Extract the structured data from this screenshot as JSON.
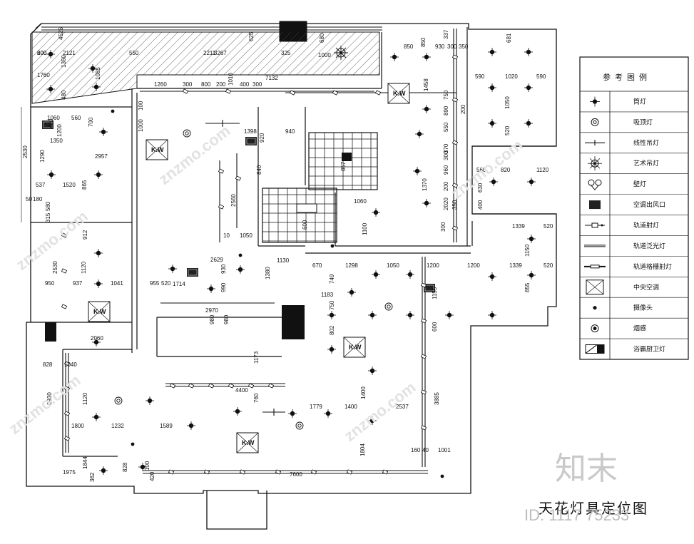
{
  "drawing": {
    "caption": "天花灯具定位图"
  },
  "watermark": {
    "brand": "知末",
    "id_text": "ID: 1117 75233",
    "diagonal": "znzmo.com"
  },
  "legend": {
    "title": "参考图例",
    "items": [
      {
        "symbol": "downlight",
        "label": "筒灯"
      },
      {
        "symbol": "ceiling-lamp",
        "label": "吸顶灯"
      },
      {
        "symbol": "linear-pendant",
        "label": "线性吊灯"
      },
      {
        "symbol": "art-chandelier",
        "label": "艺术吊灯"
      },
      {
        "symbol": "wall-lamp",
        "label": "壁灯"
      },
      {
        "symbol": "ac-vent",
        "label": "空调出风口"
      },
      {
        "symbol": "track-spot",
        "label": "轨道射灯"
      },
      {
        "symbol": "track-flood",
        "label": "轨道泛光灯"
      },
      {
        "symbol": "track-grille",
        "label": "轨道格栅射灯"
      },
      {
        "symbol": "central-ac",
        "label": "中央空调"
      },
      {
        "symbol": "camera",
        "label": "摄像头"
      },
      {
        "symbol": "smoke-detector",
        "label": "烟感"
      },
      {
        "symbol": "bath-heater",
        "label": "浴霸厨卫灯"
      }
    ]
  },
  "ac_label": "K.W",
  "dimensions": [
    "600",
    "2121",
    "550",
    "2211",
    "3267",
    "625",
    "325",
    "680",
    "1000",
    "4526",
    "1760",
    "1085",
    "480",
    "1360",
    "7132",
    "1260",
    "300",
    "800",
    "200",
    "1010",
    "400",
    "300",
    "850",
    "850",
    "930",
    "300",
    "350",
    "337",
    "1458",
    "1060",
    "560",
    "700",
    "1200",
    "1350",
    "2530",
    "2957",
    "1290",
    "1520",
    "865",
    "537",
    "50",
    "180",
    "580",
    "315",
    "420",
    "1398",
    "940",
    "100",
    "1000",
    "920",
    "840",
    "2560",
    "1050",
    "912",
    "1120",
    "2530",
    "2629",
    "1130",
    "1714",
    "930",
    "990",
    "1380",
    "10",
    "950",
    "937",
    "1041",
    "955",
    "520",
    "2970",
    "980",
    "980",
    "670",
    "1298",
    "1050",
    "1200",
    "1200",
    "1339",
    "520",
    "749",
    "1183",
    "750",
    "802",
    "600",
    "1155",
    "2060",
    "828",
    "1040",
    "2930",
    "1120",
    "1173",
    "4400",
    "1779",
    "1400",
    "2537",
    "3885",
    "1800",
    "1232",
    "1589",
    "1804",
    "1400",
    "160",
    "40",
    "1001",
    "1844",
    "828",
    "1975",
    "7600",
    "100",
    "420",
    "362",
    "760",
    "1150",
    "855",
    "560",
    "820",
    "1120",
    "630",
    "400",
    "350",
    "1339",
    "520",
    "590",
    "590",
    "1020",
    "1050",
    "520",
    "681",
    "750",
    "550",
    "370",
    "300",
    "1370",
    "200",
    "2020",
    "300",
    "1060",
    "1100",
    "857",
    "600",
    "960",
    "200",
    "890",
    "200"
  ]
}
